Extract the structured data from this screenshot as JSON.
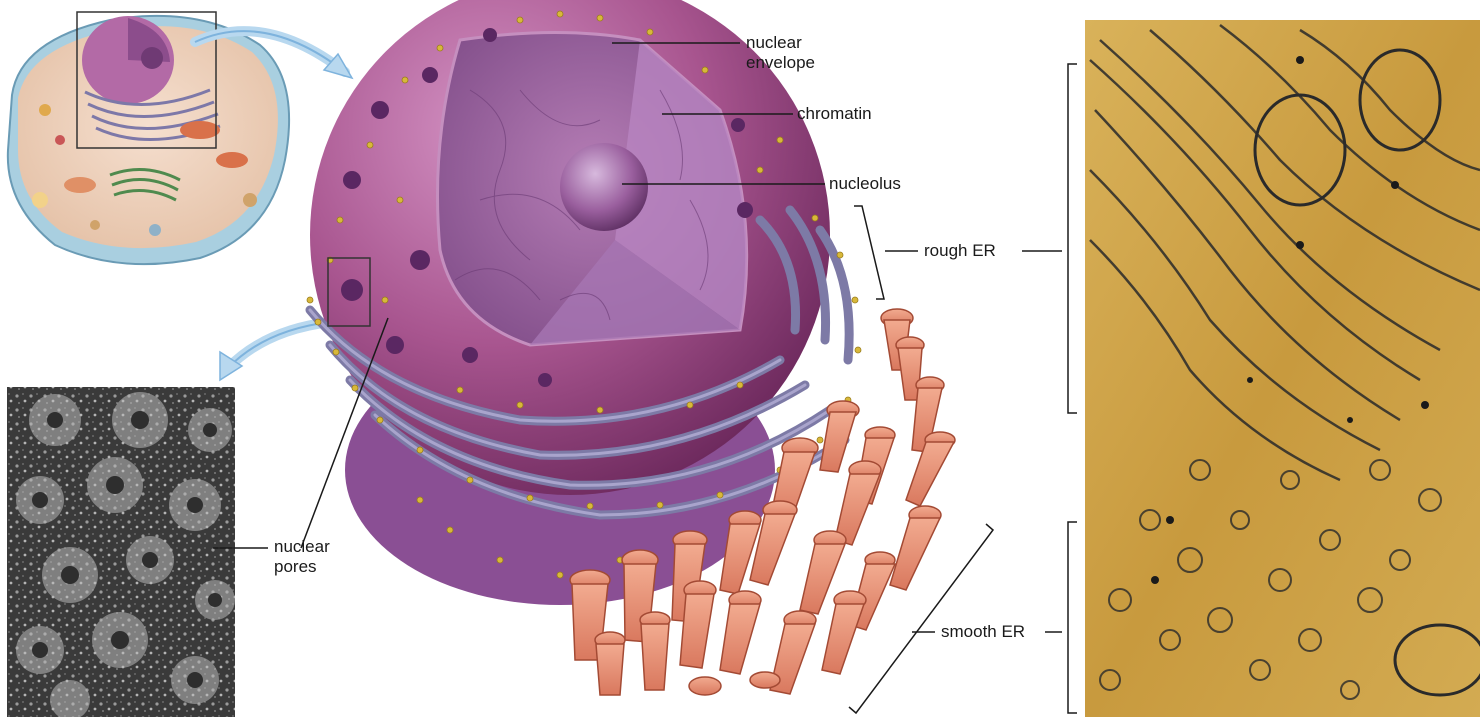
{
  "labels": {
    "nuclear_envelope_line1": "nuclear",
    "nuclear_envelope_line2": "envelope",
    "chromatin": "chromatin",
    "nucleolus": "nucleolus",
    "rough_er": "rough ER",
    "smooth_er": "smooth ER",
    "nuclear_pores_line1": "nuclear",
    "nuclear_pores_line2": "pores"
  },
  "colors": {
    "nucleus": "#a8558f",
    "nucleus_dark": "#7a2f6a",
    "ribosome": "#d8b83a",
    "er_membrane": "#8a7fa8",
    "smooth_er": "#e8957a",
    "micrograph_gold": "#c8a043",
    "micrograph_dark": "#2a2a2a"
  },
  "icons": [
    "cell-overview-image",
    "nucleus-illustration",
    "nuclear-pores-micrograph",
    "endoplasmic-reticulum-micrograph"
  ]
}
